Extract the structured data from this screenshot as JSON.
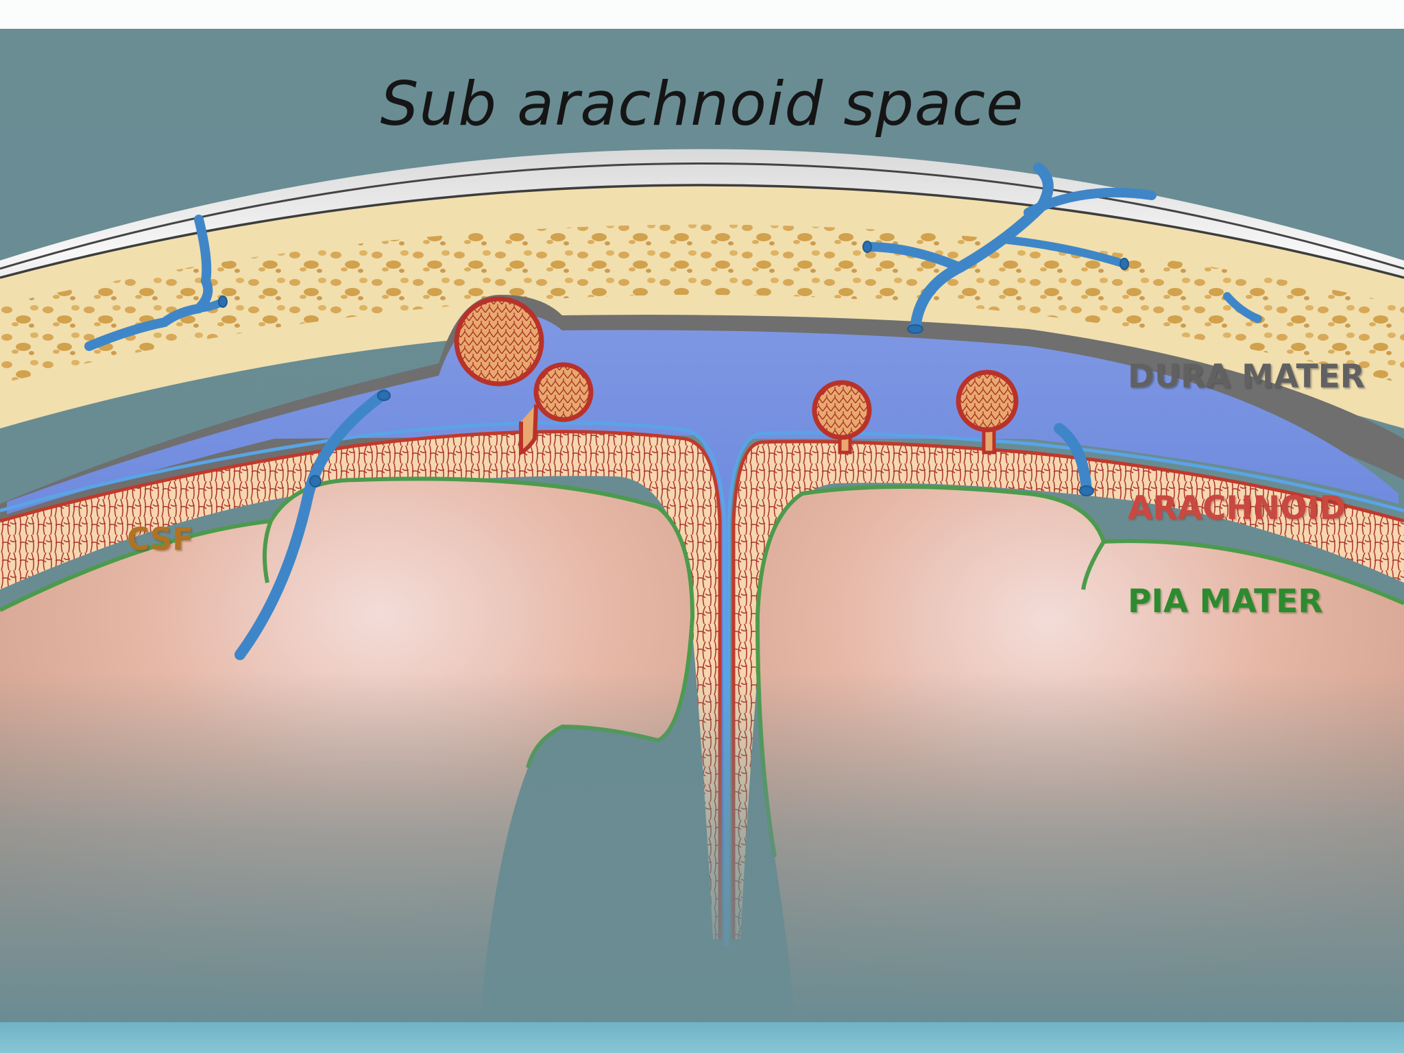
{
  "title": "Sub arachnoid space",
  "labels": {
    "dura_mater": "DURA MATER",
    "arachnoid": "ARACHNOID",
    "pia_mater": "PIA MATER",
    "csf": "CSF"
  },
  "colors": {
    "slide_background": "#6a8c93",
    "skull_outer": "#eeeeee",
    "bone": "#f1dfae",
    "bone_pits": "#d9a548",
    "dura": "#6e6e6e",
    "csf_space": "#5d79d6",
    "arachnoid_layer": "#f7d9b5",
    "arachnoid_trabeculae": "#b8322a",
    "pia": "#4c9b4c",
    "brain": "#e4b5a3",
    "vessel": "#3f86c8",
    "bottom_bar": "#7fbfcf"
  }
}
